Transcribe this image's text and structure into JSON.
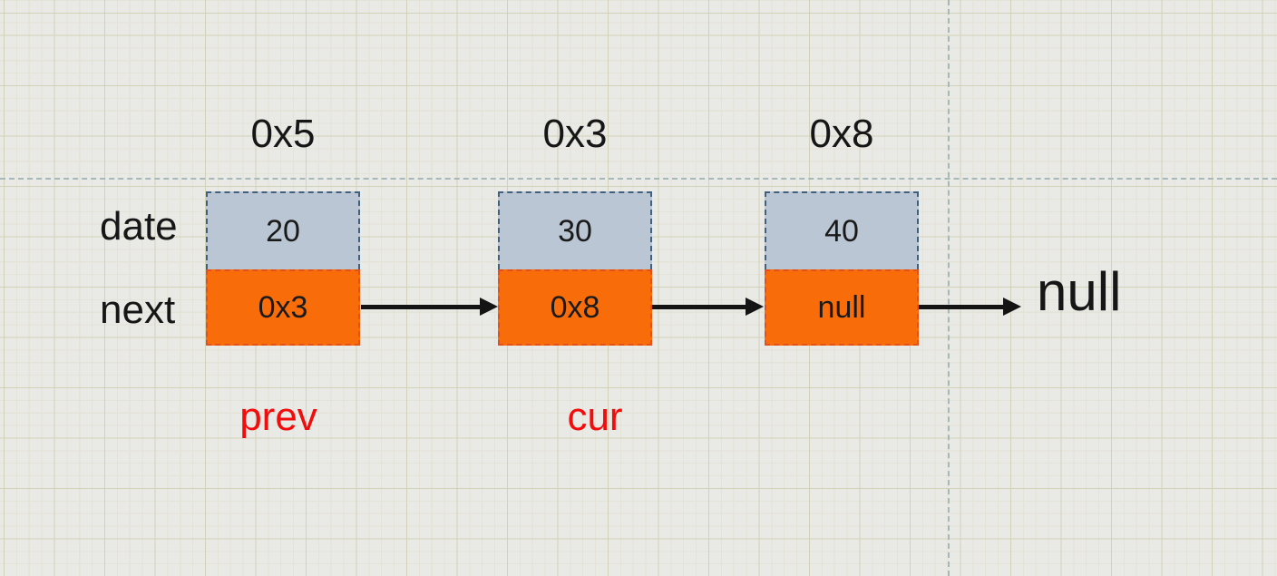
{
  "canvas": {
    "background": "#e9e9e6",
    "grid_major_color": "#d2d2b8",
    "grid_minor_color": "#e3e3d8",
    "guide_color": "#a6b8b8"
  },
  "diagram": {
    "row_labels": {
      "data_row": "date",
      "next_row": "next"
    },
    "nodes": [
      {
        "address": "0x5",
        "data": "20",
        "next": "0x3"
      },
      {
        "address": "0x3",
        "data": "30",
        "next": "0x8"
      },
      {
        "address": "0x8",
        "data": "40",
        "next": "null"
      }
    ],
    "tail_label": "null",
    "pointer_labels": {
      "prev": "prev",
      "cur": "cur"
    },
    "colors": {
      "data_cell_fill": "#bac6d3",
      "data_cell_border": "#40607e",
      "next_cell_fill": "#f86c09",
      "next_cell_border": "#e2511c",
      "arrow_color": "#141414",
      "pointer_label_color": "#f20d0d"
    }
  }
}
